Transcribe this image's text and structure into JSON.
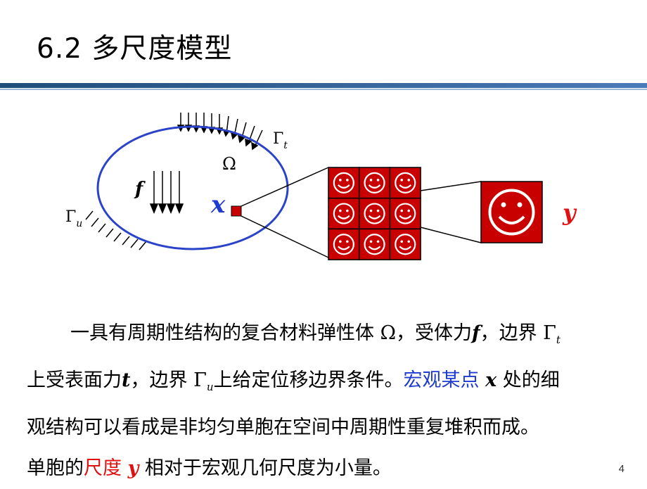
{
  "title": "6.2  多尺度模型",
  "diagram": {
    "domain_label": "Ω",
    "gamma_t": {
      "symbol": "Γ",
      "subscript": "t"
    },
    "gamma_u": {
      "symbol": "Γ",
      "subscript": "u"
    },
    "body_force_label": "f",
    "point_label": "x",
    "cell_label": "y",
    "smiley_glyph": "☺",
    "colors": {
      "ellipse": "#2a43c8",
      "cell_fill": "#c80000",
      "point_label": "#1f3bd0",
      "cell_label": "#e01010"
    }
  },
  "paragraph": {
    "l1_text": "一具有周期性结构的复合材料弹性体 Ω，受体力",
    "l1_f": "f",
    "l1_mid": "，边界 Γ",
    "l1_sub": "t",
    "l2_a": "上受表面力",
    "l2_t": "t",
    "l2_b": "，边界 Γ",
    "l2_sub": "u",
    "l2_c": "上给定位移边界条件。",
    "l2_blue": "宏观某点 ",
    "l2_x": "x",
    "l2_d": " 处的细",
    "l3": "观结构可以看成是非均匀单胞在空间中周期性重复堆积而成。",
    "l4_a": "单胞的",
    "l4_red": "尺度 ",
    "l4_y": "y",
    "l4_b": " 相对于宏观几何尺度为小量。"
  },
  "page_number": "4"
}
